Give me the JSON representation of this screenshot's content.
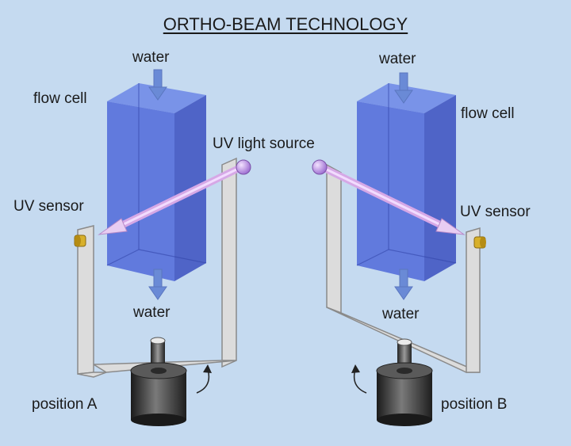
{
  "title": "ORTHO-BEAM TECHNOLOGY",
  "left": {
    "water_in": "water",
    "flow_cell": "flow cell",
    "uv_light_source": "UV light source",
    "uv_sensor": "UV sensor",
    "water_out": "water",
    "position": "position A"
  },
  "right": {
    "water_in": "water",
    "flow_cell": "flow cell",
    "uv_sensor": "UV sensor",
    "water_out": "water",
    "position": "position B"
  },
  "colors": {
    "background": "#c5daf0",
    "cell_front": "#4a64d8",
    "cell_side": "#3a4fc0",
    "beam": "#d6a8e6",
    "bracket": "#d9d9d9",
    "sensor": "#d8b02a",
    "base": "#2e2e2e"
  }
}
